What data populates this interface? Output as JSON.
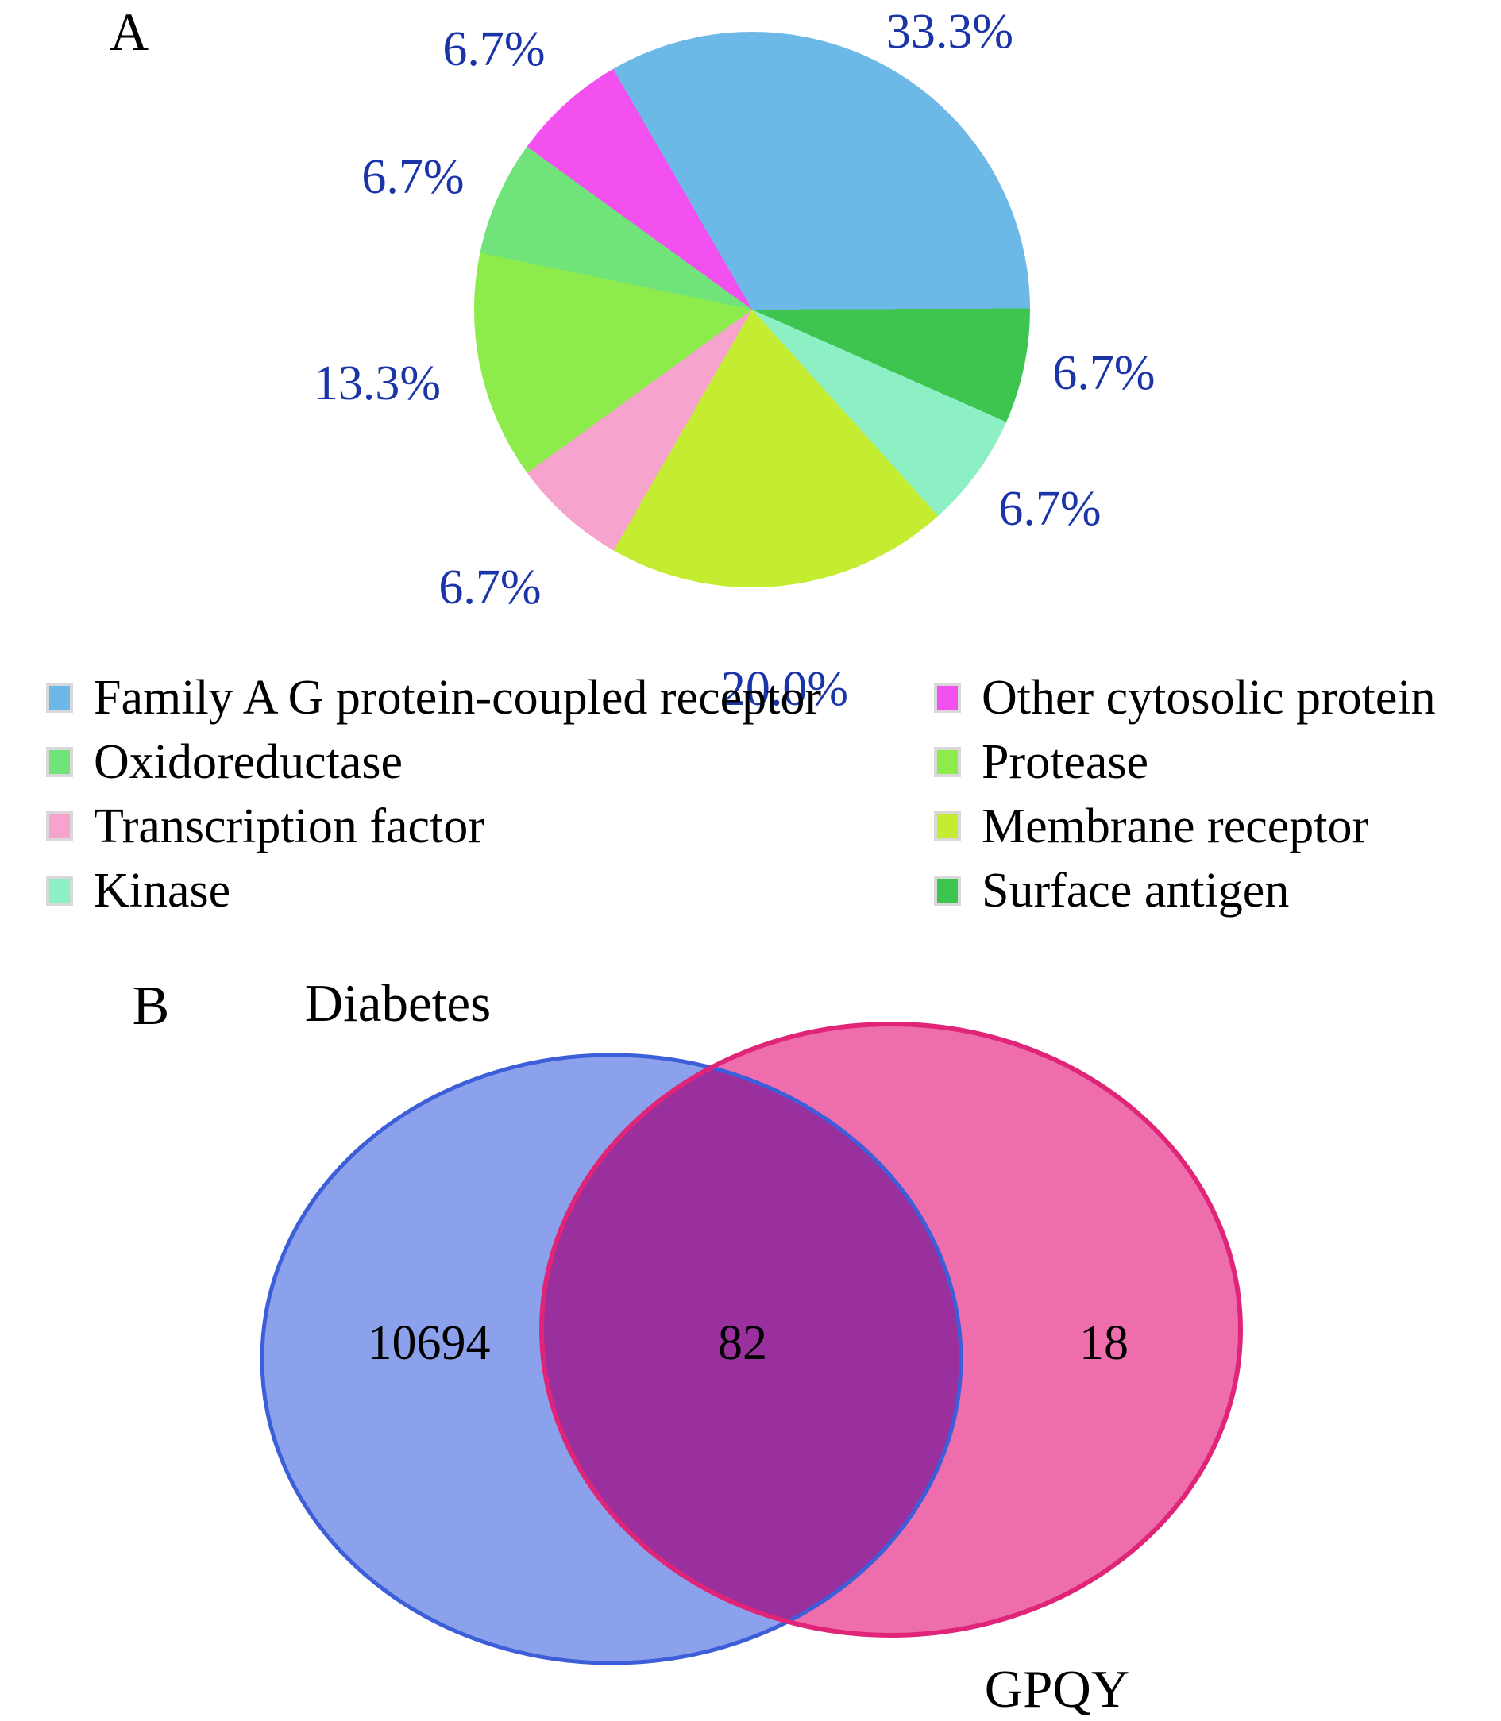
{
  "panel_a": {
    "label": "A",
    "pie": {
      "label_color": "#1b35a8",
      "slices": [
        {
          "name": "Family A G protein-coupled receptor",
          "value": 33.3,
          "pct": "33.3%",
          "color": "#6cb9e8"
        },
        {
          "name": "Surface antigen",
          "value": 6.7,
          "pct": "6.7%",
          "color": "#3ec54f"
        },
        {
          "name": "Kinase",
          "value": 6.7,
          "pct": "6.7%",
          "color": "#8defc4"
        },
        {
          "name": "Membrane receptor",
          "value": 20.0,
          "pct": "20.0%",
          "color": "#c4ec30"
        },
        {
          "name": "Transcription factor",
          "value": 6.7,
          "pct": "6.7%",
          "color": "#f6a3ce"
        },
        {
          "name": "Protease",
          "value": 13.3,
          "pct": "13.3%",
          "color": "#8deb4b"
        },
        {
          "name": "Oxidoreductase",
          "value": 6.7,
          "pct": "6.7%",
          "color": "#70e47a"
        },
        {
          "name": "Other cytosolic protein",
          "value": 6.7,
          "pct": "6.7%",
          "color": "#f251f0"
        }
      ]
    },
    "legend": {
      "columns": [
        {
          "items": [
            {
              "label": "Family A G protein-coupled receptor",
              "color": "#6cb9e8"
            },
            {
              "label": "Oxidoreductase",
              "color": "#70e47a"
            },
            {
              "label": "Transcription factor",
              "color": "#f6a3ce"
            },
            {
              "label": "Kinase",
              "color": "#8defc4"
            }
          ]
        },
        {
          "items": [
            {
              "label": "Other cytosolic protein",
              "color": "#f251f0"
            },
            {
              "label": "Protease",
              "color": "#8deb4b"
            },
            {
              "label": "Membrane receptor",
              "color": "#c4ec30"
            },
            {
              "label": "Surface antigen",
              "color": "#3ec54f"
            }
          ]
        }
      ]
    }
  },
  "panel_b": {
    "label": "B",
    "venn": {
      "set_a": {
        "name": "Diabetes",
        "unique_count": "10694",
        "fill": "#8ba1eb",
        "stroke": "#3d5ed9"
      },
      "set_b": {
        "name": "GPQY",
        "unique_count": "18",
        "fill": "#ee6ead",
        "stroke": "#e02478"
      },
      "intersection": {
        "count": "82",
        "fill": "#9a2f9e"
      }
    }
  },
  "chart_data": [
    {
      "type": "pie",
      "panel": "A",
      "title": "",
      "categories": [
        "Family A G protein-coupled receptor",
        "Surface antigen",
        "Kinase",
        "Membrane receptor",
        "Transcription factor",
        "Protease",
        "Oxidoreductase",
        "Other cytosolic protein"
      ],
      "values": [
        33.3,
        6.7,
        6.7,
        20.0,
        6.7,
        13.3,
        6.7,
        6.7
      ],
      "colors": [
        "#6cb9e8",
        "#3ec54f",
        "#8defc4",
        "#c4ec30",
        "#f6a3ce",
        "#8deb4b",
        "#70e47a",
        "#f251f0"
      ],
      "data_labels": [
        "33.3%",
        "6.7%",
        "6.7%",
        "20.0%",
        "6.7%",
        "13.3%",
        "6.7%",
        "6.7%"
      ],
      "slice_order": "clockwise starting at upper-left (-30deg from top)",
      "legend_position": "below, two columns"
    },
    {
      "type": "venn",
      "panel": "B",
      "sets": [
        {
          "name": "Diabetes",
          "unique": 10694,
          "color": "#8ba1eb"
        },
        {
          "name": "GPQY",
          "unique": 18,
          "color": "#ee6ead"
        }
      ],
      "intersection": 82,
      "intersection_color": "#9a2f9e"
    }
  ]
}
